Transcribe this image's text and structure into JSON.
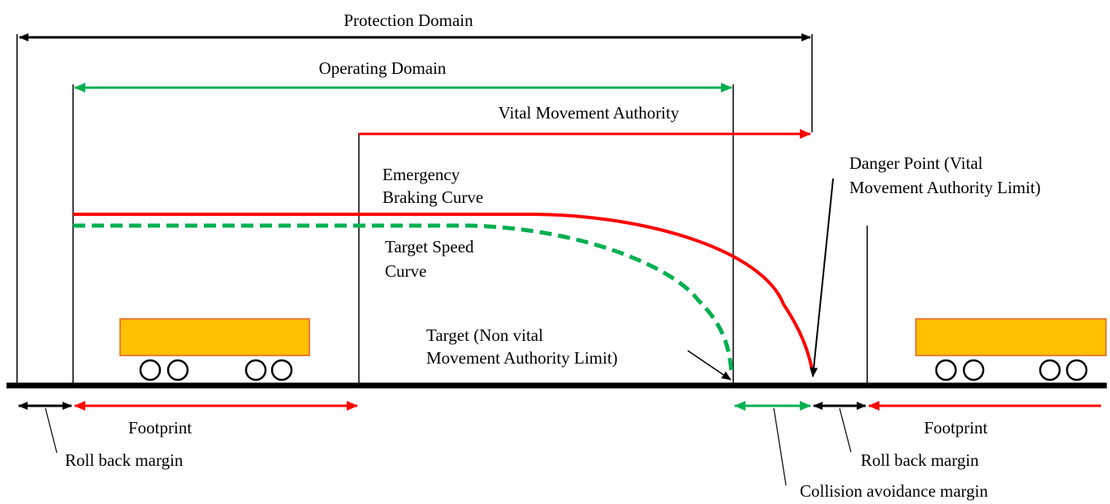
{
  "labels": {
    "protection_domain": "Protection Domain",
    "operating_domain": "Operating Domain",
    "vital_movement_authority": "Vital Movement Authority",
    "emergency_braking_line1": "Emergency",
    "emergency_braking_line2": "Braking Curve",
    "target_speed_line1": "Target Speed",
    "target_speed_line2": "Curve",
    "danger_point_line1": "Danger Point (Vital",
    "danger_point_line2": "Movement Authority Limit)",
    "target_line1": "Target (Non vital",
    "target_line2": "Movement Authority Limit)",
    "footprint_left": "Footprint",
    "footprint_right": "Footprint",
    "roll_back_left": "Roll back margin",
    "roll_back_right": "Roll back margin",
    "collision_avoidance": "Collision avoidance margin"
  },
  "colors": {
    "red": "#ff0000",
    "green": "#00b050",
    "black": "#000000",
    "train_fill": "#ffc000",
    "train_border": "#ed7d31"
  }
}
